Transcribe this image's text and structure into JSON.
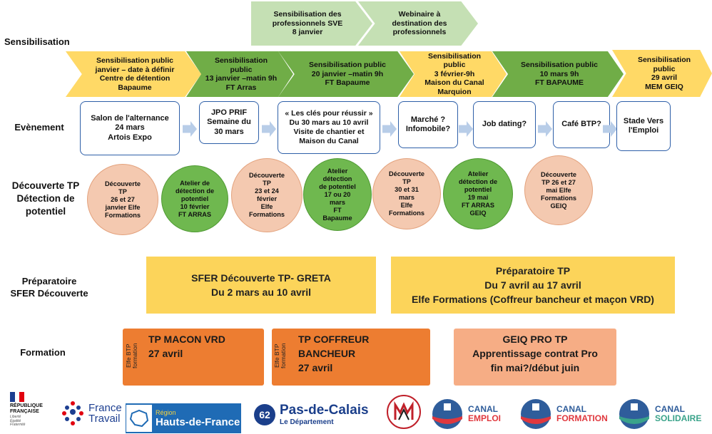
{
  "row_labels": {
    "sensibilisation": "Sensibilisation",
    "evenement": "Evènement",
    "decouverte": "Découverte TP\nDétection de\npotentiel",
    "preparatoire": "Préparatoire\nSFER Découverte",
    "formation": "Formation"
  },
  "top_chevrons": [
    {
      "text": "Sensibilisation des\nprofessionnels SVE\n8 janvier",
      "color": "#c5e0b4"
    },
    {
      "text": "Webinaire à\ndestination des\nprofessionnels",
      "color": "#c5e0b4"
    }
  ],
  "sensibilisation_chevrons": [
    {
      "text": "Sensibilisation public\njanvier – date à définir\nCentre de détention Bapaume",
      "color": "#ffd966"
    },
    {
      "text": "Sensibilisation\npublic\n13 janvier –matin 9h\nFT Arras",
      "color": "#70ad47"
    },
    {
      "text": "Sensibilisation public\n20 janvier –matin 9h\nFT Bapaume",
      "color": "#70ad47"
    },
    {
      "text": "Sensibilisation public\n3 février-9h\nMaison du Canal\nMarquion",
      "color": "#ffd966"
    },
    {
      "text": "Sensibilisation public\n10 mars 9h\nFT BAPAUME",
      "color": "#70ad47"
    },
    {
      "text": "Sensibilisation\npublic\n29 avril\nMEM GEIQ",
      "color": "#ffd966"
    }
  ],
  "events": [
    "Salon de l'alternance\n24 mars\nArtois Expo",
    "JPO PRIF\nSemaine du\n30 mars",
    "« Les clés pour réussir »\nDu 30 mars au 10 avril\nVisite de chantier et\nMaison du Canal",
    "Marché ?\nInfomobile?",
    "Job dating?",
    "Café BTP?",
    "Stade Vers\nl'Emploi"
  ],
  "circles": [
    {
      "text": "Découverte\nTP\n26 et 27\njanvier Elfe\nFormations",
      "color": "pink"
    },
    {
      "text": "Atelier de\ndétection de\npotentiel\n10 février\nFT ARRAS",
      "color": "green"
    },
    {
      "text": "Découverte\nTP\n23 et 24\nfévrier\nElfe\nFormations",
      "color": "pink"
    },
    {
      "text": "Atelier\ndétection\nde potentiel\n17 ou 20\nmars\nFT\nBapaume",
      "color": "green"
    },
    {
      "text": "Découverte\nTP\n30 et 31\nmars\nElfe\nFormations",
      "color": "pink"
    },
    {
      "text": "Atelier\ndétection de\npotentiel\n19 mai\nFT ARRAS\nGEIQ",
      "color": "green"
    },
    {
      "text": "Découverte\nTP 26 et 27\nmai Elfe\nFormations\nGEIQ",
      "color": "pink"
    }
  ],
  "preparatoire": [
    "SFER Découverte TP- GRETA\nDu 2 mars au 10 avril",
    "Préparatoire TP\nDu 7 avril au 17 avril\nElfe Formations (Coffreur bancheur et maçon VRD)"
  ],
  "formation": [
    {
      "side": "Elfe BTP\nformation",
      "text": "TP MACON VRD\n27 avril"
    },
    {
      "side": "Elfe BTP\nformation",
      "text": "TP COFFREUR\nBANCHEUR\n27 avril"
    },
    {
      "side": "",
      "text": "GEIQ PRO TP\nApprentissage contrat Pro\nfin mai?/début juin"
    }
  ],
  "logos": {
    "republique": "RÉPUBLIQUE\nFRANÇAISE",
    "republique_motto": "Liberté\nÉgalité\nFraternité",
    "france_travail": "France\nTravail",
    "region_small": "Région",
    "region_big": "Hauts-de-France",
    "pdc_number": "62",
    "pdc_title": "Pas-de-Calais",
    "pdc_sub": "Le Département",
    "canal_emploi_1": "CANAL",
    "canal_emploi_2": "EMPLOI",
    "canal_formation_1": "CANAL",
    "canal_formation_2": "FORMATION",
    "canal_solidaire_1": "CANAL",
    "canal_solidaire_2": "SOLIDAIRE",
    "colors": {
      "canal_blue": "#2f5d9b",
      "canal_red": "#e0383e",
      "canal_green": "#3aa38a",
      "pdc_blue": "#1b3f8b",
      "region_blue": "#1f6bb5"
    }
  }
}
